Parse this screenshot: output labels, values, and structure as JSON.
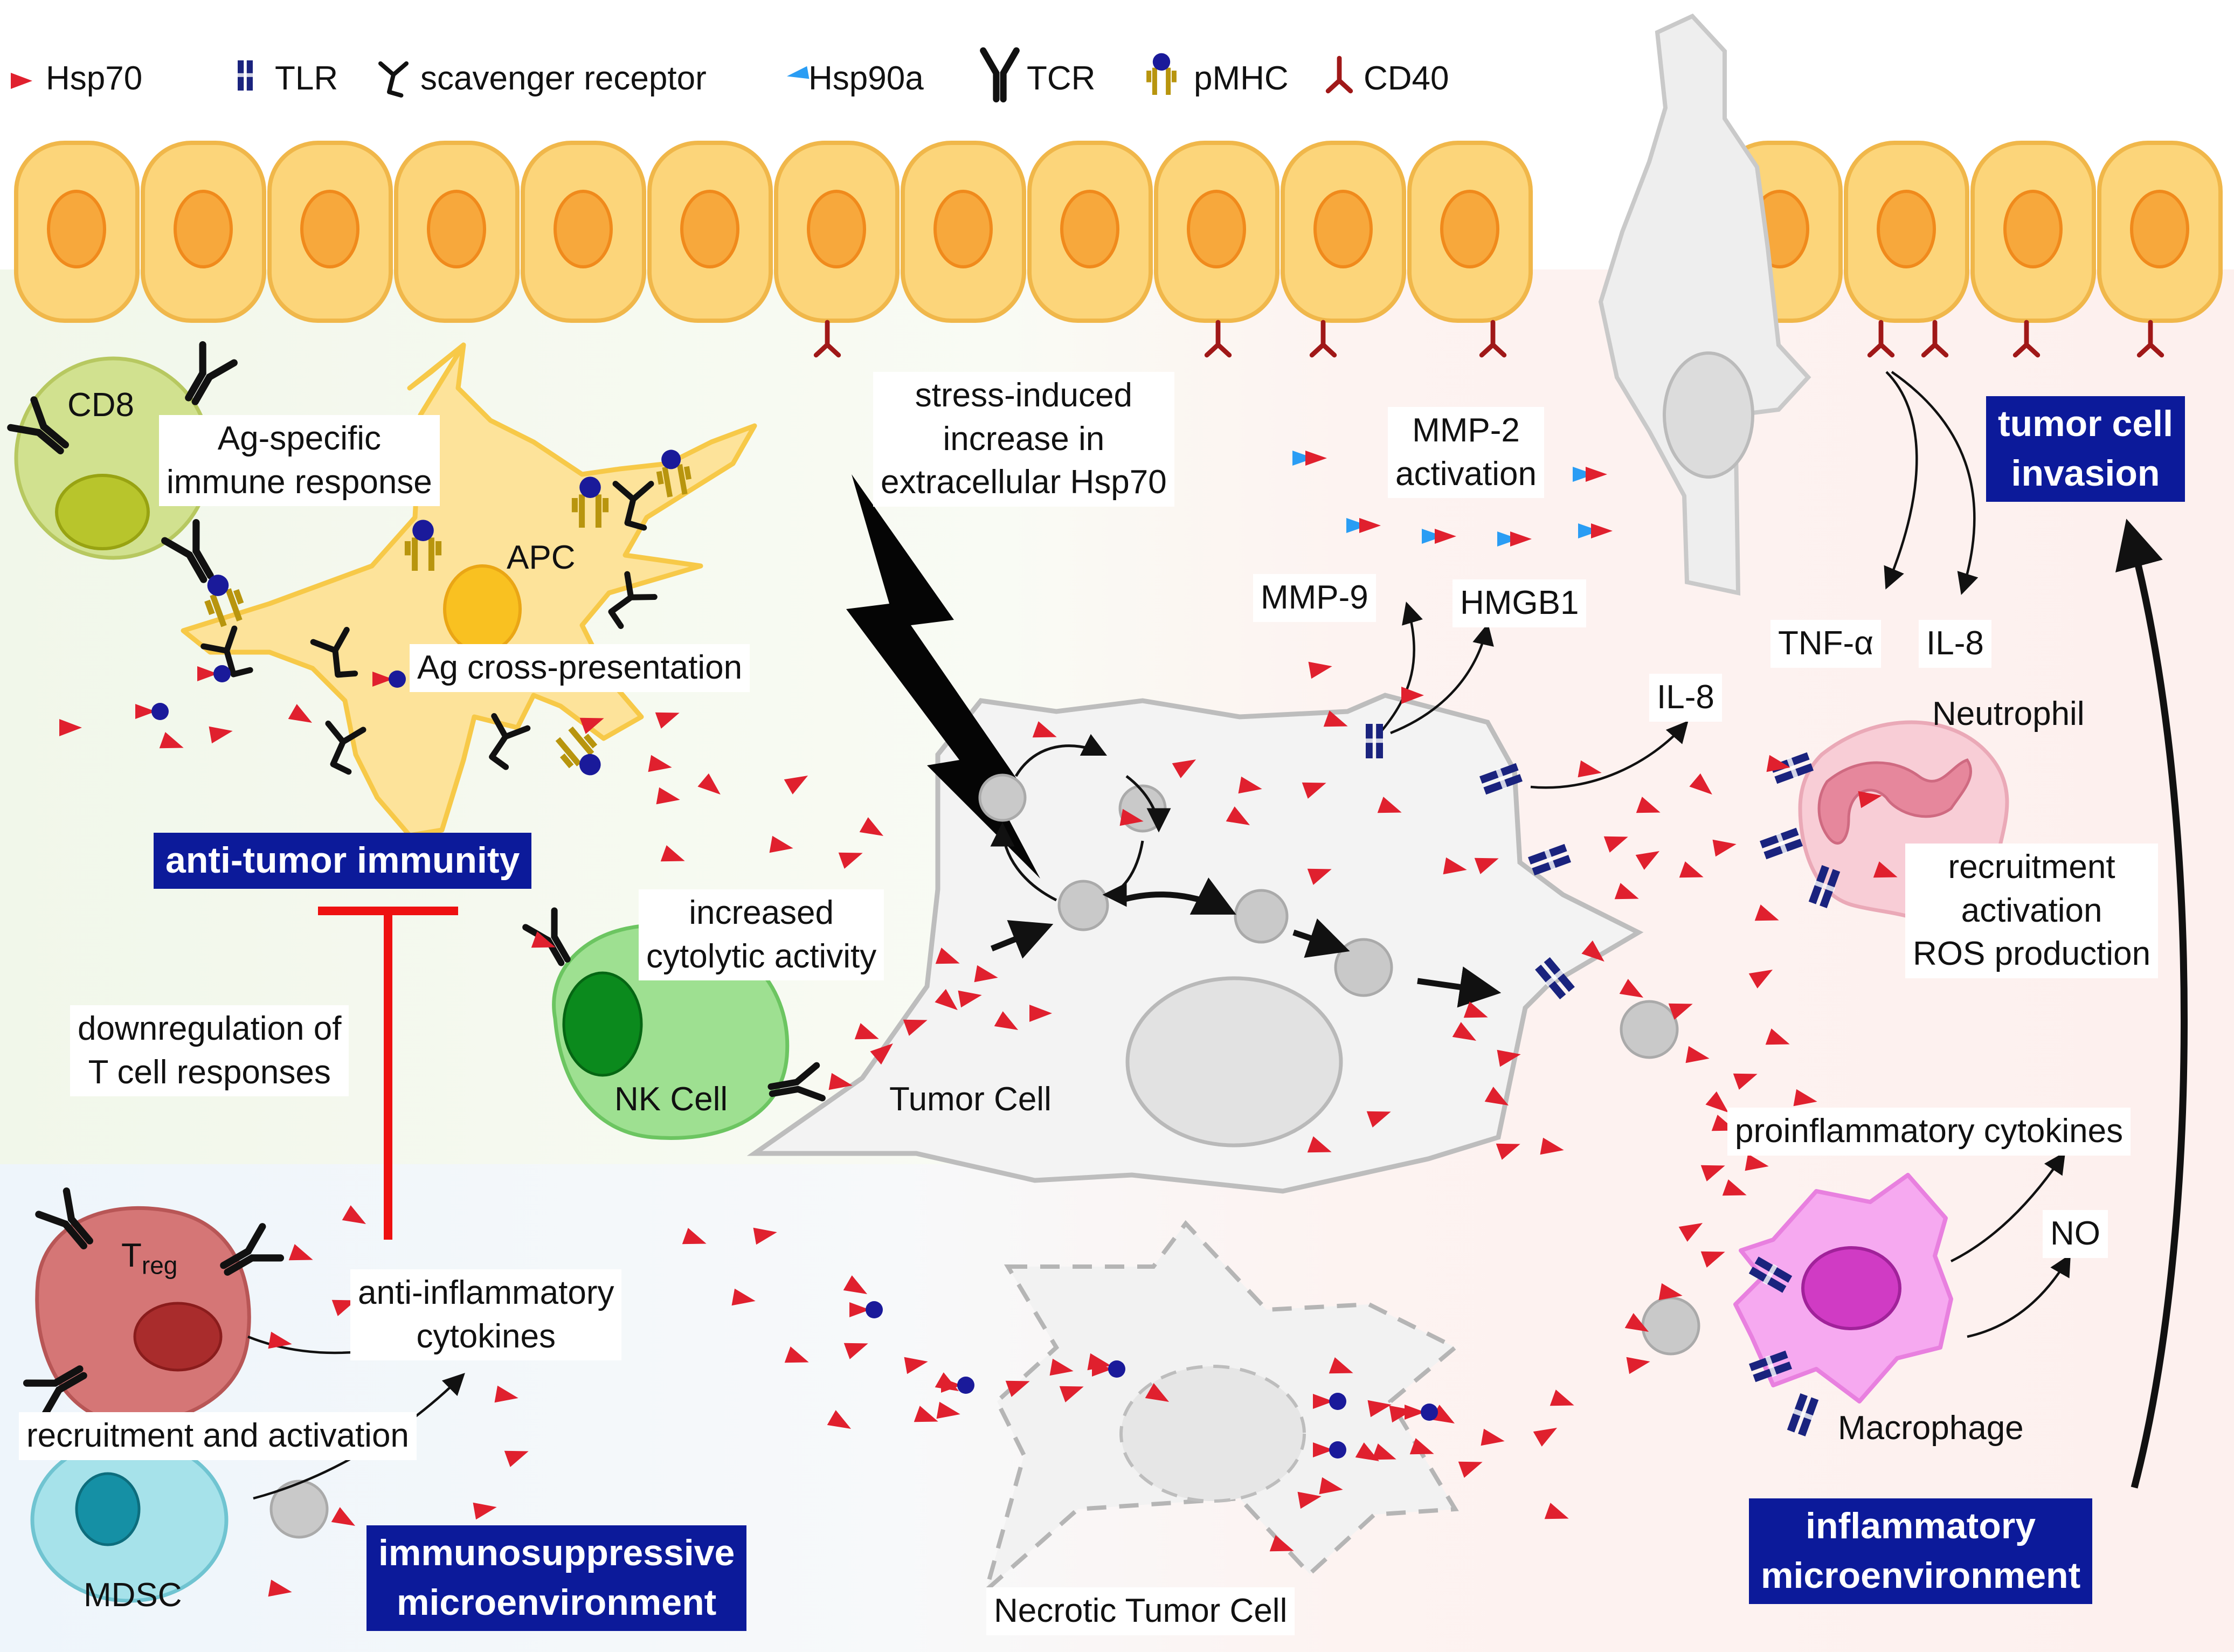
{
  "legend": {
    "hsp70": "Hsp70",
    "tlr": "TLR",
    "scavenger": "scavenger receptor",
    "hsp90a": "Hsp90a",
    "tcr": "TCR",
    "pmhc": "pMHC",
    "cd40": "CD40"
  },
  "cells": {
    "cd8": "CD8",
    "apc": "APC",
    "nk": "NK Cell",
    "tumor": "Tumor Cell",
    "necrotic": "Necrotic Tumor Cell",
    "treg_main": "T",
    "treg_sub": "reg",
    "mdsc": "MDSC",
    "neutrophil": "Neutrophil",
    "macrophage": "Macrophage"
  },
  "labels": {
    "ag_specific_1": "Ag-specific",
    "ag_specific_2": "immune response",
    "ag_cross": "Ag cross-presentation",
    "stress_1": "stress-induced",
    "stress_2": "increase in",
    "stress_3": "extracellular Hsp70",
    "mmp2_1": "MMP-2",
    "mmp2_2": "activation",
    "mmp9": "MMP-9",
    "hmgb1": "HMGB1",
    "tnf": "TNF-α",
    "il8_top": "IL-8",
    "il8_mid": "IL-8",
    "cytolytic_1": "increased",
    "cytolytic_2": "cytolytic activity",
    "downreg_1": "downregulation of",
    "downreg_2": "T cell responses",
    "antiinflam_1": "anti-inflammatory",
    "antiinflam_2": "cytokines",
    "recruit_act": "recruitment and activation",
    "neut_1": "recruitment",
    "neut_2": "activation",
    "neut_3": "ROS production",
    "proinflam": "proinflammatory cytokines",
    "no": "NO"
  },
  "boxes": {
    "anti_tumor": "anti-tumor immunity",
    "invasion_1": "tumor cell",
    "invasion_2": "invasion",
    "immunosupp_1": "immunosuppressive",
    "immunosupp_2": "microenvironment",
    "inflam_1": "inflammatory",
    "inflam_2": "microenvironment"
  },
  "colors": {
    "hsp70": "#e0202e",
    "hsp90a": "#2a9df4",
    "tlr": "#1a237e",
    "cd40": "#a01818",
    "box": "#0c1a9a",
    "inhibition": "#ee1111",
    "epithelium": "#fcd57a",
    "nucleus": "#f7a83c"
  }
}
